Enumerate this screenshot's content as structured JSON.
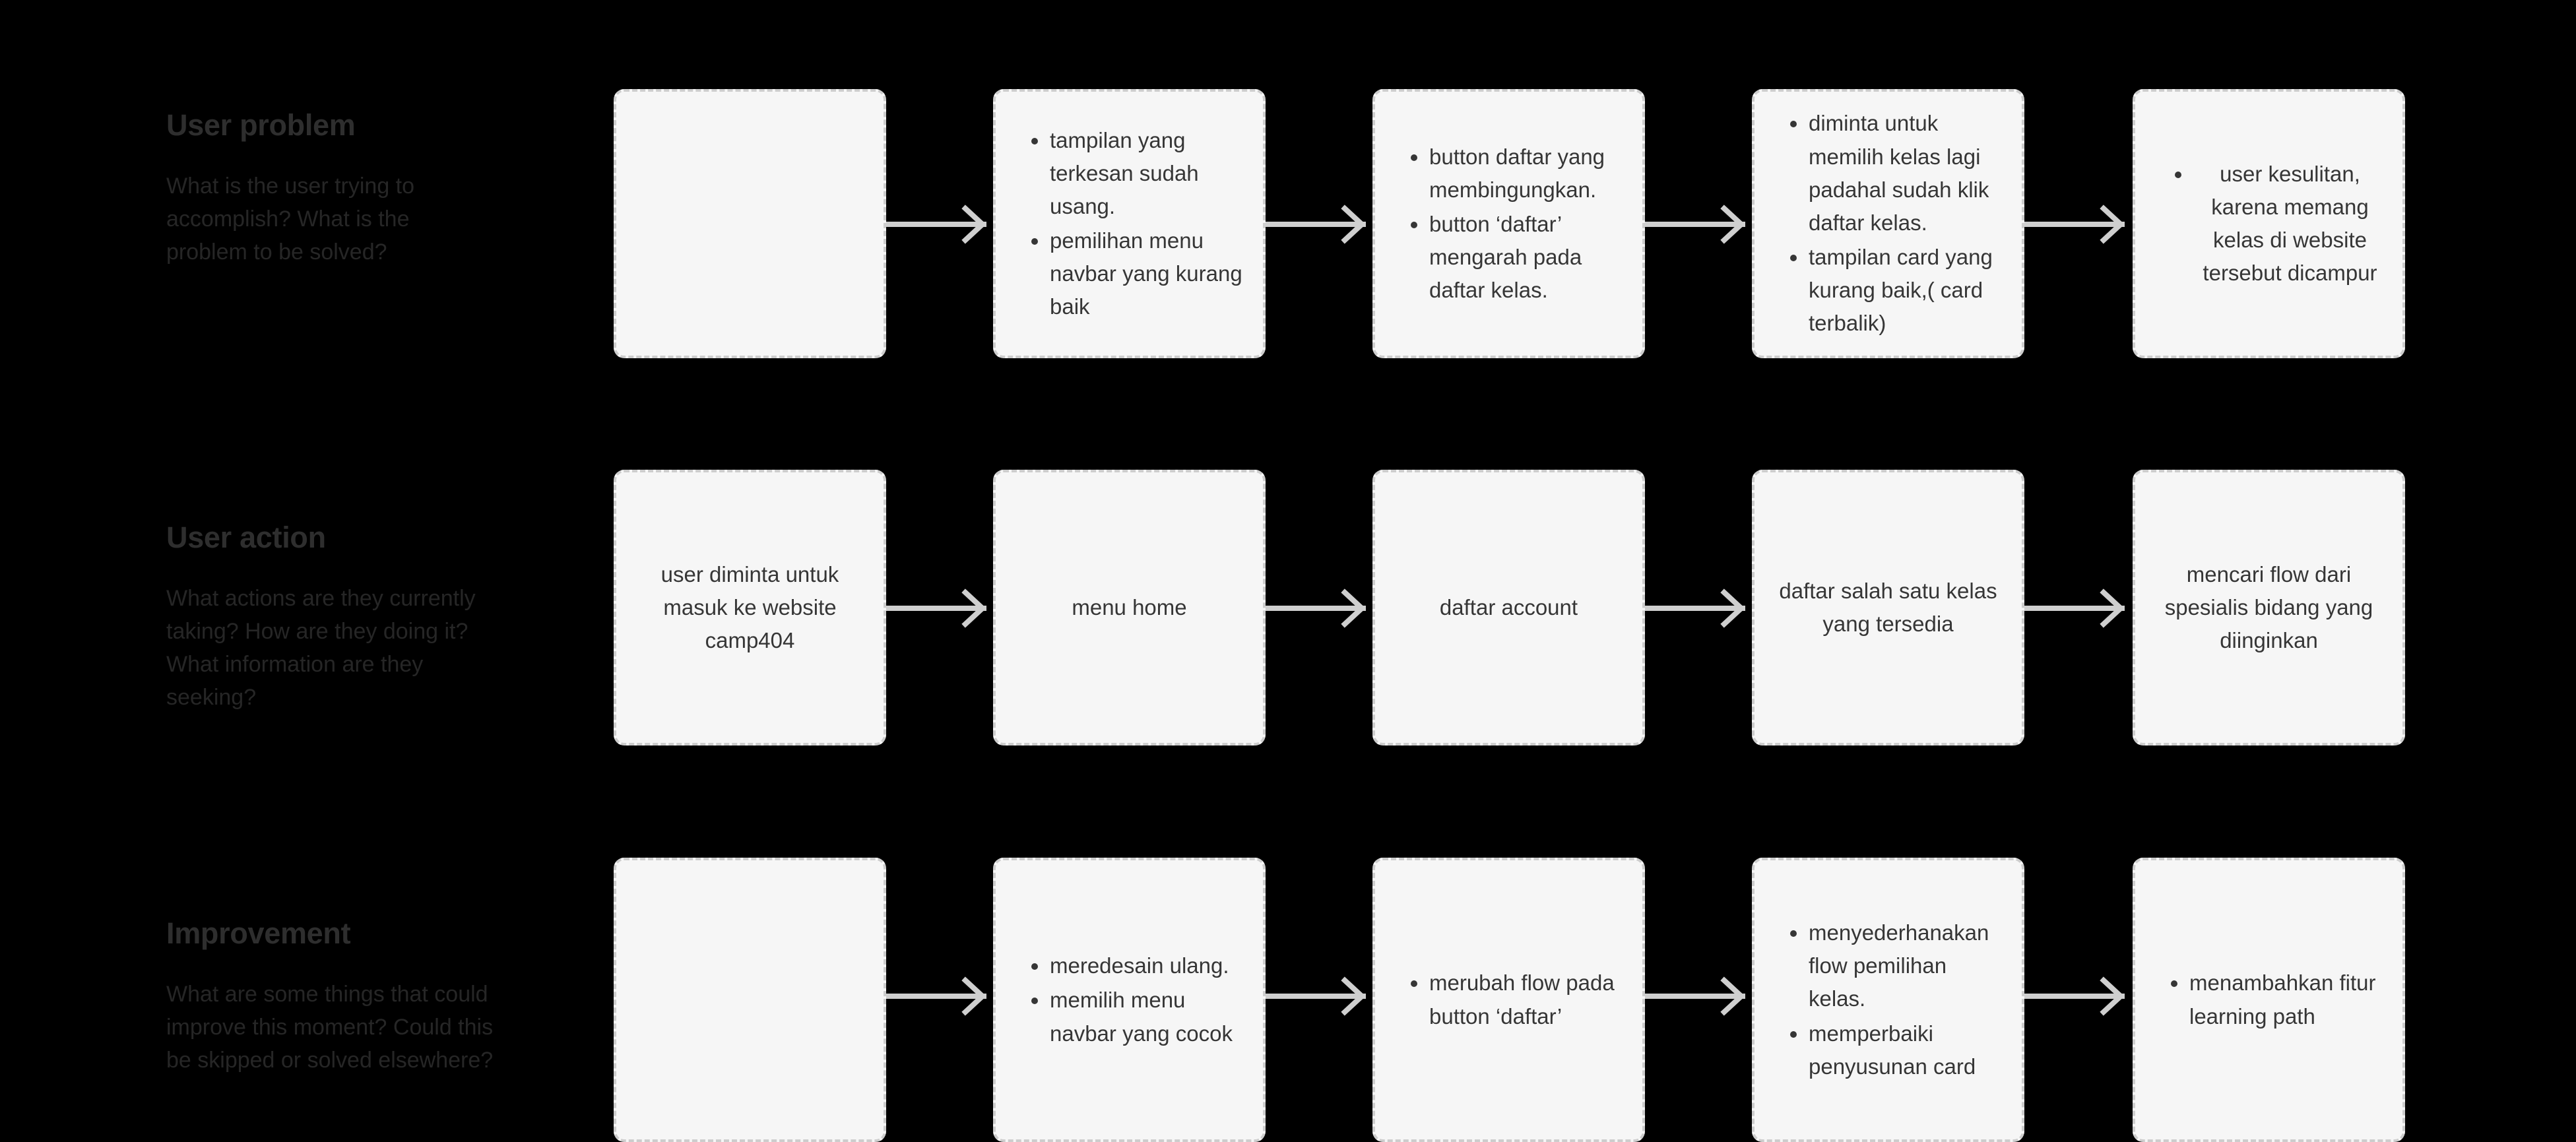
{
  "canvas": {
    "background": "#000000",
    "card_fill": "#f6f6f6",
    "card_border": "#cdcdcd",
    "arrow_color": "#cfcfcf",
    "text_color": "#363636",
    "label_color": "#2e2e2e"
  },
  "rows": [
    {
      "key": "user-problem",
      "title": "User problem",
      "description": "What is the user trying to accomplish? What is the problem to be solved?",
      "cards": [
        {
          "type": "empty",
          "align": "center",
          "items": []
        },
        {
          "type": "bullets",
          "align": "left",
          "items": [
            "tampilan yang terkesan sudah usang.",
            "pemilihan menu navbar yang kurang baik"
          ]
        },
        {
          "type": "bullets",
          "align": "left",
          "items": [
            "button daftar yang membingungkan.",
            "button ‘daftar’ mengarah pada daftar kelas."
          ]
        },
        {
          "type": "bullets",
          "align": "left",
          "items": [
            "diminta untuk memilih kelas lagi padahal sudah klik daftar kelas.",
            "tampilan card yang kurang baik,( card terbalik)"
          ]
        },
        {
          "type": "bullets",
          "align": "center",
          "items": [
            "user kesulitan, karena memang kelas di website tersebut dicampur"
          ]
        }
      ]
    },
    {
      "key": "user-action",
      "title": "User action",
      "description": "What actions are they currently taking? How are they doing it? What information are they seeking?",
      "cards": [
        {
          "type": "text",
          "align": "center",
          "items": [
            "user diminta untuk masuk ke website camp404"
          ]
        },
        {
          "type": "text",
          "align": "center",
          "items": [
            "menu home"
          ]
        },
        {
          "type": "text",
          "align": "center",
          "items": [
            "daftar account"
          ]
        },
        {
          "type": "text",
          "align": "center",
          "items": [
            "daftar salah satu kelas yang tersedia"
          ]
        },
        {
          "type": "text",
          "align": "center",
          "items": [
            "mencari flow dari spesialis bidang yang diinginkan"
          ]
        }
      ]
    },
    {
      "key": "improvement",
      "title": "Improvement",
      "description": "What are some things that could improve this moment? Could this be skipped or solved elsewhere?",
      "cards": [
        {
          "type": "empty",
          "align": "center",
          "items": []
        },
        {
          "type": "bullets",
          "align": "left",
          "items": [
            "meredesain ulang.",
            "memilih menu navbar yang cocok"
          ]
        },
        {
          "type": "bullets",
          "align": "left",
          "items": [
            "merubah flow pada button ‘daftar’"
          ]
        },
        {
          "type": "bullets",
          "align": "left",
          "items": [
            "menyederhanakan flow pemilihan kelas.",
            "memperbaiki penyusunan card"
          ]
        },
        {
          "type": "bullets",
          "align": "left",
          "items": [
            "menambahkan fitur learning path"
          ]
        }
      ]
    }
  ],
  "arrows": {
    "count_per_row": 4,
    "direction": "right"
  }
}
